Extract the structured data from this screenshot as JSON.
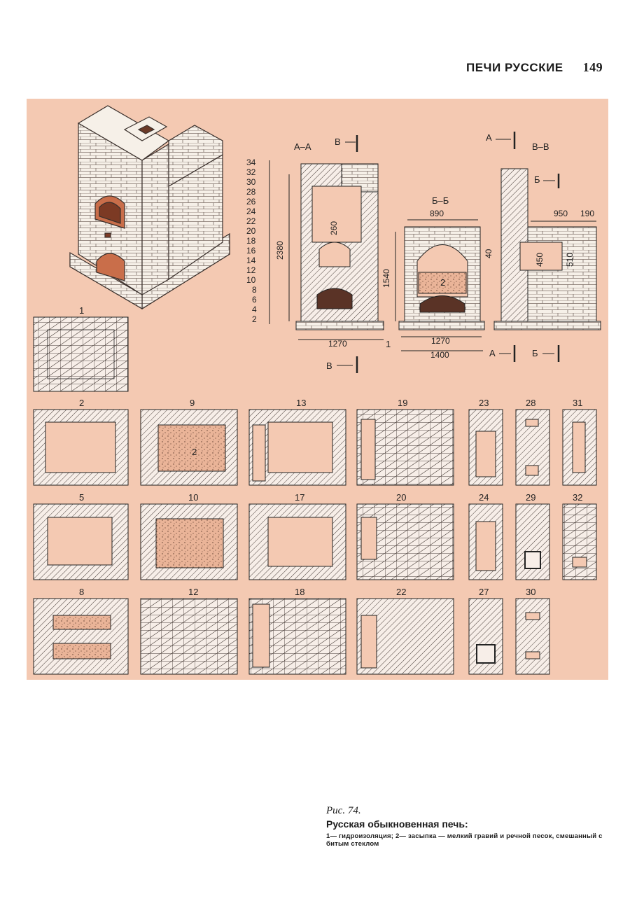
{
  "header": {
    "section_title": "ПЕЧИ РУССКИЕ",
    "page_number": "149"
  },
  "figure": {
    "scale_ticks": [
      "34",
      "32",
      "30",
      "28",
      "26",
      "24",
      "22",
      "20",
      "18",
      "16",
      "14",
      "12",
      "10",
      "8",
      "6",
      "4",
      "2"
    ],
    "section_aa": {
      "title": "А–А",
      "marker_top": "В",
      "marker_bottom": "В",
      "height": "2380",
      "flue": "260",
      "width": "1270"
    },
    "section_bb": {
      "title": "Б–Б",
      "top_width": "890",
      "height": "1540",
      "base_width": "1270",
      "overall_width": "1400",
      "fill_label": "2",
      "layer_label": "1"
    },
    "section_vv": {
      "title": "В–В",
      "marker_top": "А",
      "marker_side": "Б",
      "marker_bottom_left": "А",
      "marker_bottom_right": "Б",
      "dim_a": "950",
      "dim_b": "190",
      "dim_c": "40",
      "dim_d": "450",
      "dim_e": "510"
    },
    "plan_labels": [
      "1",
      "2",
      "9",
      "13",
      "19",
      "23",
      "28",
      "31",
      "5",
      "10",
      "17",
      "20",
      "24",
      "29",
      "32",
      "8",
      "12",
      "18",
      "22",
      "27",
      "30"
    ],
    "fill_label": "2"
  },
  "caption": {
    "figure_number": "Рис. 74.",
    "title": "Русская обыкновенная печь:",
    "legend": "1— гидроизоляция; 2— засыпка — мелкий гравий и речной песок, смешанный с битым стеклом"
  }
}
